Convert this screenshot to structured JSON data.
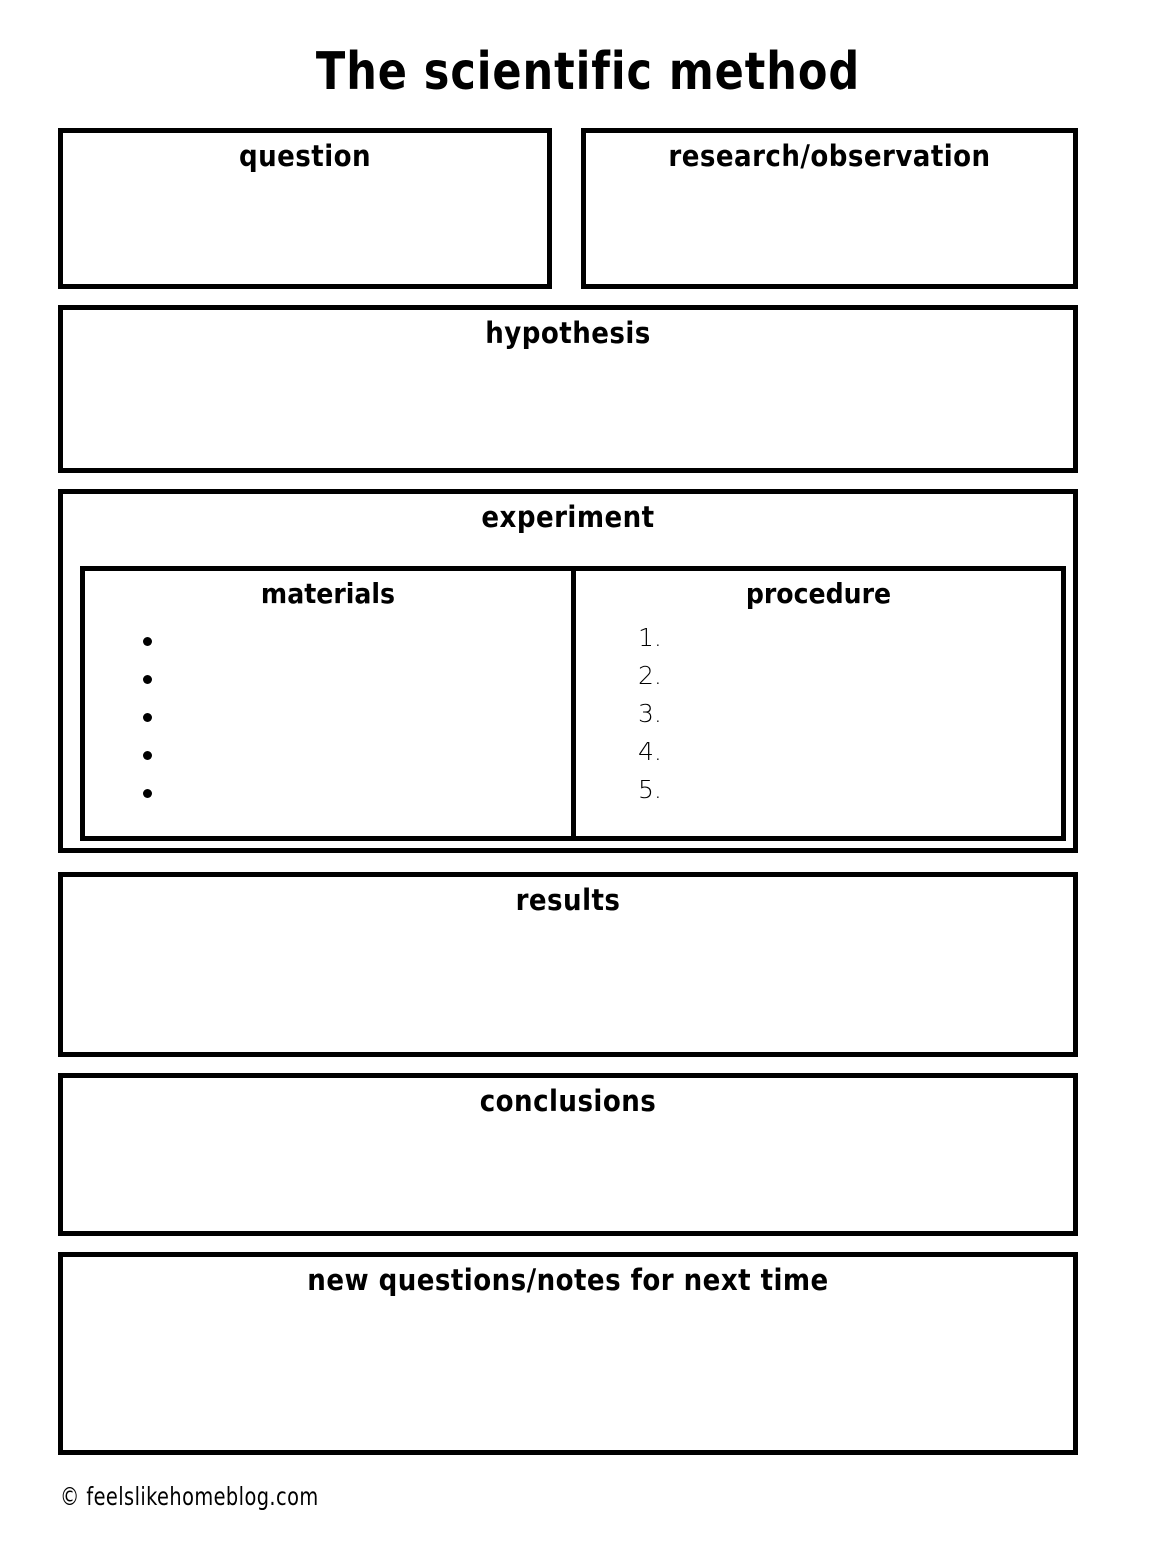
{
  "document": {
    "title": "The scientific method",
    "footer": "© feelslikehomeblog.com"
  },
  "sections": {
    "question": {
      "label": "question"
    },
    "research": {
      "label": "research/observation"
    },
    "hypothesis": {
      "label": "hypothesis"
    },
    "experiment": {
      "label": "experiment",
      "materials": {
        "label": "materials",
        "bullets": [
          "",
          "",
          "",
          "",
          ""
        ]
      },
      "procedure": {
        "label": "procedure",
        "items": [
          "1.",
          "2.",
          "3.",
          "4.",
          "5."
        ]
      }
    },
    "results": {
      "label": "results"
    },
    "conclusions": {
      "label": "conclusions"
    },
    "new_questions": {
      "label": "new questions/notes for next time"
    }
  },
  "style": {
    "ink": "#000000",
    "paper": "#ffffff"
  }
}
